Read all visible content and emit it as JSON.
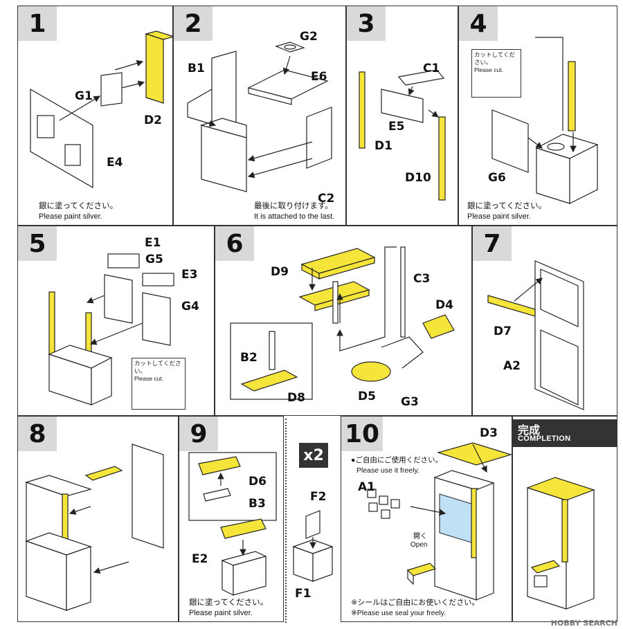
{
  "steps": [
    {
      "num": "1",
      "parts": [
        "G1",
        "D2",
        "E4"
      ],
      "note_jp": "銀に塗ってください。",
      "note_en": "Please paint silver."
    },
    {
      "num": "2",
      "parts": [
        "G2",
        "B1",
        "E6",
        "C2"
      ],
      "note_jp": "最後に取り付けます。",
      "note_en": "It is attached to the last."
    },
    {
      "num": "3",
      "parts": [
        "C1",
        "E5",
        "D1",
        "D10"
      ]
    },
    {
      "num": "4",
      "parts": [
        "G6"
      ],
      "cut_jp": "カットしてください。",
      "cut_en": "Please cut.",
      "note_jp": "銀に塗ってください。",
      "note_en": "Please paint silver."
    },
    {
      "num": "5",
      "parts": [
        "E1",
        "G5",
        "E3",
        "G4"
      ],
      "cut_jp": "カットしてください。",
      "cut_en": "Please cut."
    },
    {
      "num": "6",
      "parts": [
        "D9",
        "C3",
        "D4",
        "B2",
        "D8",
        "D5",
        "G3"
      ]
    },
    {
      "num": "7",
      "parts": [
        "D7",
        "A2"
      ]
    },
    {
      "num": "8"
    },
    {
      "num": "9",
      "parts": [
        "D6",
        "B3",
        "E2"
      ],
      "note_jp": "銀に塗ってください。",
      "note_en": "Please paint silver."
    },
    {
      "num": "10",
      "parts": [
        "D3",
        "A1"
      ],
      "free_jp": "●ご自由にご使用ください。",
      "free_en": "Please use it freely.",
      "open_jp": "開く",
      "open_en": "Open",
      "seal_jp": "※シールはご自由にお使いください。",
      "seal_en": "※Please use seal your freely.",
      "x2": "x2",
      "x2_parts": [
        "F2",
        "F1"
      ]
    }
  ],
  "completion": {
    "jp": "完成",
    "en": "COMPLETION"
  },
  "watermark": "HOBBY SEARCH",
  "colors": {
    "part_yellow": "#f5e43a",
    "badge_gray": "#d9d9d9",
    "glass_blue": "#bfe0f5"
  }
}
